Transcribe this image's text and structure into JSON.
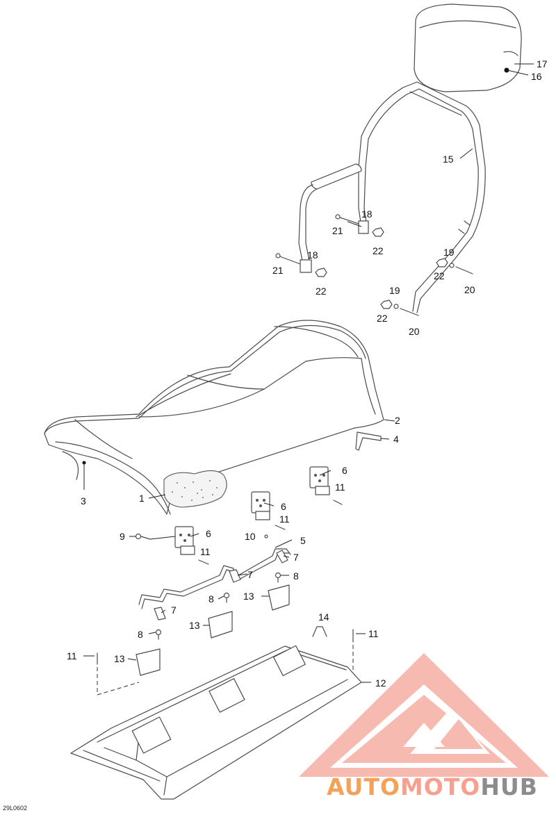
{
  "diagram": {
    "reference_code": "29L0602",
    "callouts": [
      {
        "id": "c17",
        "label": "17"
      },
      {
        "id": "c16",
        "label": "16"
      },
      {
        "id": "c15",
        "label": "15"
      },
      {
        "id": "c18a",
        "label": "18"
      },
      {
        "id": "c21a",
        "label": "21"
      },
      {
        "id": "c22a",
        "label": "22"
      },
      {
        "id": "c18b",
        "label": "18"
      },
      {
        "id": "c21b",
        "label": "21"
      },
      {
        "id": "c22b",
        "label": "22"
      },
      {
        "id": "c19a",
        "label": "19"
      },
      {
        "id": "c22c",
        "label": "22"
      },
      {
        "id": "c20a",
        "label": "20"
      },
      {
        "id": "c19b",
        "label": "19"
      },
      {
        "id": "c22d",
        "label": "22"
      },
      {
        "id": "c20b",
        "label": "20"
      },
      {
        "id": "c2",
        "label": "2"
      },
      {
        "id": "c4",
        "label": "4"
      },
      {
        "id": "c3",
        "label": "3"
      },
      {
        "id": "c1",
        "label": "1"
      },
      {
        "id": "c6a",
        "label": "6"
      },
      {
        "id": "c11a",
        "label": "11"
      },
      {
        "id": "c6b",
        "label": "6"
      },
      {
        "id": "c11b",
        "label": "11"
      },
      {
        "id": "c9",
        "label": "9"
      },
      {
        "id": "c6c",
        "label": "6"
      },
      {
        "id": "c10",
        "label": "10"
      },
      {
        "id": "c5",
        "label": "5"
      },
      {
        "id": "c11c",
        "label": "11"
      },
      {
        "id": "c7a",
        "label": "7"
      },
      {
        "id": "c8a",
        "label": "8"
      },
      {
        "id": "c7b",
        "label": "7"
      },
      {
        "id": "c13a",
        "label": "13"
      },
      {
        "id": "c8b",
        "label": "8"
      },
      {
        "id": "c7c",
        "label": "7"
      },
      {
        "id": "c8c",
        "label": "8"
      },
      {
        "id": "c13b",
        "label": "13"
      },
      {
        "id": "c14",
        "label": "14"
      },
      {
        "id": "c11d",
        "label": "11"
      },
      {
        "id": "c11e",
        "label": "11"
      },
      {
        "id": "c13c",
        "label": "13"
      },
      {
        "id": "c12",
        "label": "12"
      }
    ]
  },
  "watermark": {
    "text_part1": "AUTO",
    "text_part2": "MOTO",
    "text_part3": "HUB",
    "color_light": "#f7b7ad",
    "color_orange": "#f4a259",
    "color_dark": "#8c8c8c"
  }
}
